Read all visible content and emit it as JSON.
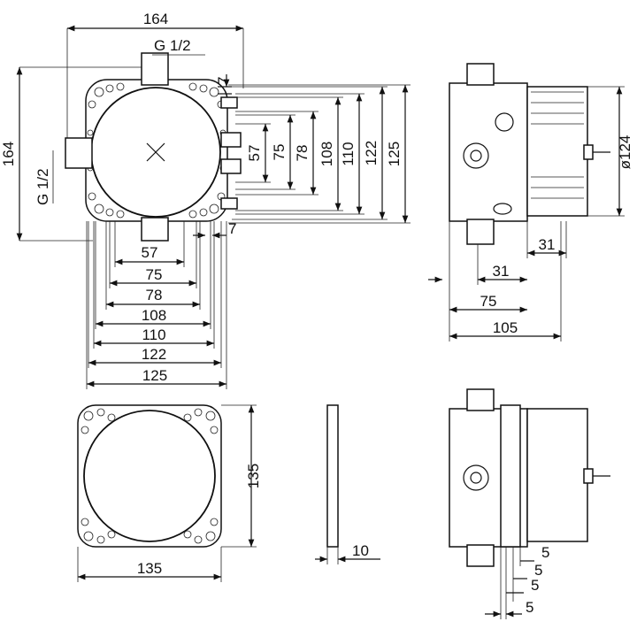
{
  "front_view": {
    "width_overall": "164",
    "thread_top": "G 1/2",
    "height_overall": "164",
    "thread_left": "G 1/2",
    "offset_top": "7",
    "offset_bottom": "7",
    "vertical_dims": [
      "57",
      "75",
      "78",
      "108",
      "110",
      "122",
      "125"
    ],
    "horizontal_dims": [
      "57",
      "75",
      "78",
      "108",
      "110",
      "122",
      "125"
    ]
  },
  "side_view": {
    "diameter": "ø124",
    "depth_31_right": "31",
    "depth_31_left": "31",
    "depth_75": "75",
    "depth_105": "105"
  },
  "plate_view": {
    "width": "135",
    "height": "135"
  },
  "seal_view": {
    "thickness": "10"
  },
  "section_view": {
    "step_dims": [
      "5",
      "5",
      "5",
      "5"
    ]
  }
}
